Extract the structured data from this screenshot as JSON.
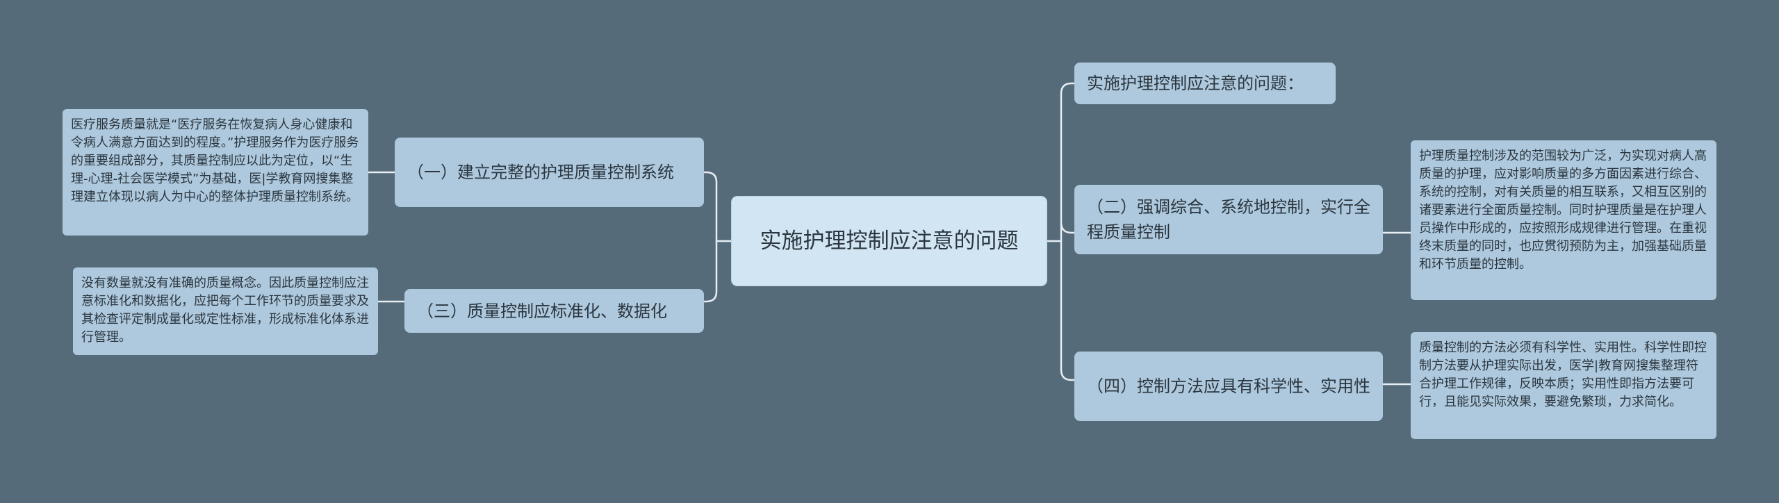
{
  "root": {
    "text": "实施护理控制应注意的问题"
  },
  "branches": {
    "right_title": "实施护理控制应注意的问题：",
    "one": "（一）建立完整的护理质量控制系统",
    "two": "（二）强调综合、系统地控制，实行全程质量控制",
    "three": "（三）质量控制应标准化、数据化",
    "four": "（四）控制方法应具有科学性、实用性"
  },
  "leaves": {
    "one": "医疗服务质量就是“医疗服务在恢复病人身心健康和令病人满意方面达到的程度。”护理服务作为医疗服务的重要组成部分，其质量控制应以此为定位，以“生理-心理-社会医学模式”为基础，医|学教育网搜集整理建立体现以病人为中心的整体护理质量控制系统。",
    "two": "护理质量控制涉及的范围较为广泛，为实现对病人高质量的护理，应对影响质量的多方面因素进行综合、系统的控制，对有关质量的相互联系，又相互区别的诸要素进行全面质量控制。同时护理质量是在护理人员操作中形成的，应按照形成规律进行管理。在重视终末质量的同时，也应贯彻预防为主，加强基础质量和环节质量的控制。",
    "three": "没有数量就没有准确的质量概念。因此质量控制应注意标准化和数据化，应把每个工作环节的质量要求及其检查评定制成量化或定性标准，形成标准化体系进行管理。",
    "four": "质量控制的方法必须有科学性、实用性。科学性即控制方法要从护理实际出发，医学|教育网搜集整理符合护理工作规律，反映本质；实用性即指方法要可行，且能见实际效果，要避免繁琐，力求简化。"
  },
  "colors": {
    "background": "#566b7a",
    "root_fill": "#d1e6f2",
    "node_fill": "#aec9dd",
    "connector": "#e6eef3",
    "text": "#2b3640"
  }
}
